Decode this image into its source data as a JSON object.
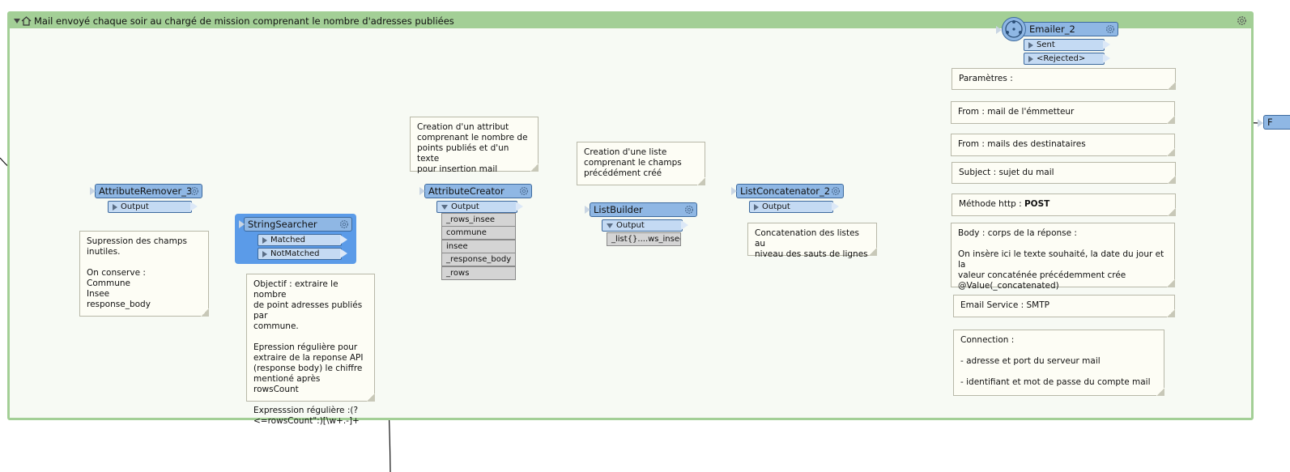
{
  "bookmark": {
    "title": "Mail envoyé chaque soir au chargé de mission comprenant le nombre d'adresses publiées"
  },
  "transformers": {
    "attribute_remover": {
      "name": "AttributeRemover_3",
      "output": "Output"
    },
    "string_searcher": {
      "name": "StringSearcher",
      "matched": "Matched",
      "not_matched": "NotMatched"
    },
    "attribute_creator": {
      "name": "AttributeCreator",
      "output": "Output",
      "attributes": [
        "_rows_insee",
        "commune",
        "insee",
        "_response_body",
        "_rows"
      ]
    },
    "list_builder": {
      "name": "ListBuilder",
      "output": "Output",
      "attributes": [
        "_list{}....ws_insee"
      ]
    },
    "list_concatenator": {
      "name": "ListConcatenator_2",
      "output": "Output"
    },
    "emailer": {
      "name": "Emailer_2",
      "sent": "Sent",
      "rejected": "<Rejected>"
    },
    "offscreen_prefix": "F"
  },
  "notes": {
    "suppression": "Supression des champs\ninutiles.\n\nOn conserve :\nCommune\nInsee\nresponse_body",
    "objectif": "Objectif : extraire le nombre\nde point adresses publiés par\ncommune.\n\nEpression régulière pour\nextraire de la reponse API\n(response body) le chiffre\nmentioné après rowsCount\n\nExpresssion régulière :(?\n<=rowsCount\":)[\\w+.-]+",
    "creation_attribut": "Creation d'un attribut\ncomprenant le nombre de\npoints publiés et d'un texte\npour insertion mail",
    "creation_liste": "Creation d'une liste\ncomprenant le champs\nprécédément créé",
    "concatenation": "Concatenation des listes au\nniveau des sauts de lignes",
    "parametres": "Paramètres :",
    "from1": "From : mail de l'émmetteur",
    "from2": "From : mails des destinataires",
    "subject": "Subject : sujet du mail",
    "methode_label": "Méthode http : ",
    "methode_value": "POST",
    "body": "Body : corps de la réponse :\n\nOn insère ici le texte souhaité, la date du jour et la\nvaleur concaténée précédemment crée\n@Value(_concatenated)",
    "email_service": "Email Service : SMTP",
    "connection": "Connection :\n\n- adresse et port du serveur mail\n\n- identifiant et mot de passe du compte mail"
  },
  "colors": {
    "bookmark_border": "#a3cf96",
    "transformer_fill": "#8fb7e4",
    "port_fill": "#c4daf3",
    "selection": "#5b9be8",
    "note_fill": "#fdfdf5"
  }
}
